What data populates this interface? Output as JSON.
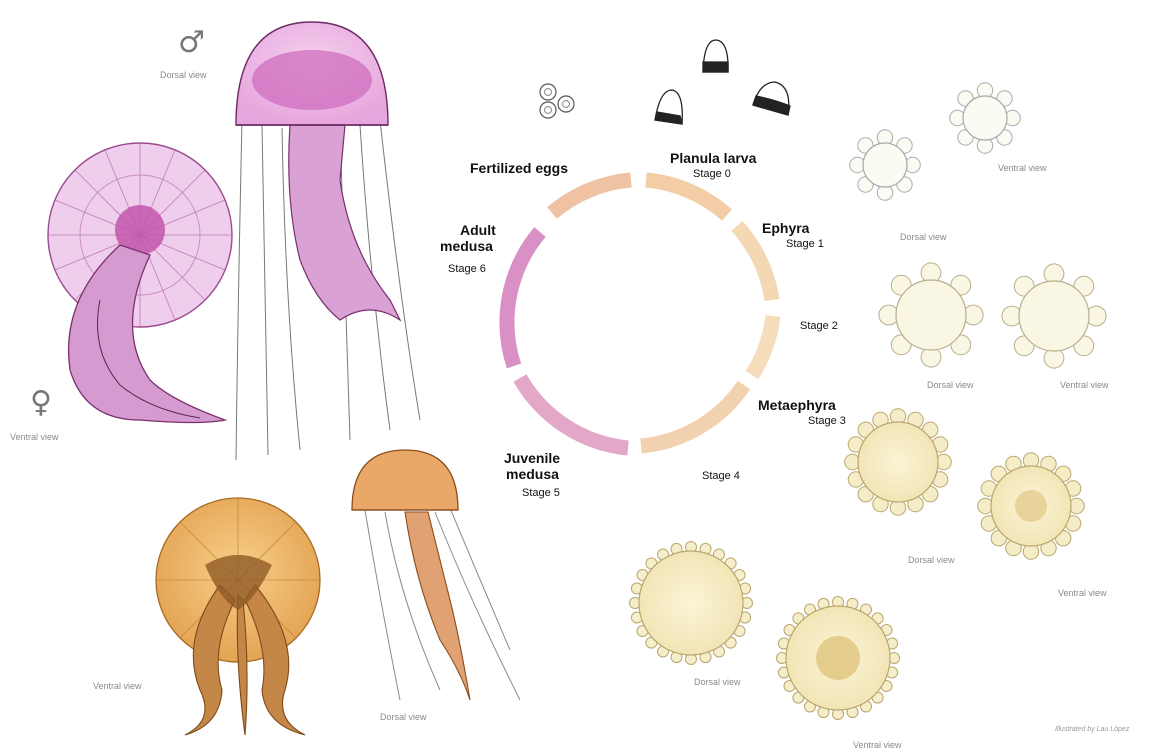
{
  "stages": [
    {
      "title": "Fertilized eggs",
      "stage": ""
    },
    {
      "title": "Planula larva",
      "stage": "Stage 0"
    },
    {
      "title": "Ephyra",
      "stage": "Stage 1"
    },
    {
      "title": "",
      "stage": "Stage 2"
    },
    {
      "title": "Metaephyra",
      "stage": "Stage 3"
    },
    {
      "title": "",
      "stage": "Stage 4"
    },
    {
      "title_line1": "Juvenile",
      "title_line2": "medusa",
      "stage": "Stage 5"
    },
    {
      "title_line1": "Adult",
      "title_line2": "medusa",
      "stage": "Stage 6"
    }
  ],
  "views": {
    "dorsal": "Dorsal view",
    "ventral": "Ventral view"
  },
  "symbols": {
    "male": "♂",
    "female": "♀"
  },
  "credit": "Illustrated by Lau López",
  "colors": {
    "cycle_start": "#f1c7a4",
    "cycle_mid": "#f3d9b4",
    "cycle_end": "#d68cc2",
    "adult_pink": "#e3a9dd",
    "adult_dark": "#b5489f",
    "juvenile_orange": "#e9b064",
    "ephyra_cream": "#f5edc8"
  }
}
